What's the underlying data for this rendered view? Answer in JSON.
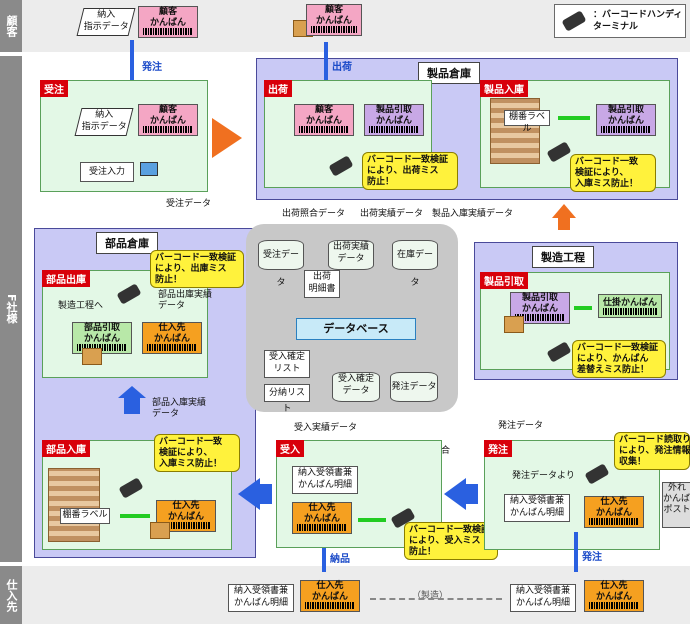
{
  "legend": {
    "text": "：バーコードハンディ\nターミナル"
  },
  "bands": {
    "customer": "顧客",
    "company": "F社様",
    "supplier": "仕入先"
  },
  "customer_area": {
    "order_data": "納入\n指示データ",
    "kanban_top": "顧客\nかんばん",
    "kanban_ship": "顧客\nかんばん"
  },
  "arrows": {
    "order": "発注",
    "ship": "出荷",
    "delivery": "納品",
    "order2": "発注",
    "manufacture": "（製造）"
  },
  "order_recv": {
    "tag": "受注",
    "order_data": "納入\n指示データ",
    "kanban": "顧客\nかんばん",
    "input": "受注入力",
    "data_label": "受注データ"
  },
  "product_warehouse": {
    "title": "製品倉庫",
    "shipping": {
      "tag": "出荷",
      "kanban_customer": "顧客\nかんばん",
      "kanban_pick": "製品引取\nかんばん",
      "note": "バーコード一致検証\nにより、出荷ミス\n防止！"
    },
    "receiving": {
      "tag": "製品入庫",
      "shelf_label": "棚番ラベル",
      "kanban_pick": "製品引取\nかんばん",
      "note": "バーコード一致\n検証により、\n入庫ミス防止！"
    }
  },
  "parts_warehouse": {
    "title": "部品倉庫",
    "outbound": {
      "tag": "部品出庫",
      "note": "バーコード一致検証\nにより、出庫ミス\n防止！",
      "to_mfg": "製造工程へ",
      "data_label": "部品出庫実績\nデータ",
      "kanban_pick": "部品引取\nかんばん",
      "kanban_supplier": "仕入先\nかんばん"
    },
    "inbound_data_label": "部品入庫実績\nデータ",
    "inbound": {
      "tag": "部品入庫",
      "note": "バーコード一致\n検証により、\n入庫ミス防止！",
      "shelf_label": "棚番ラベル",
      "kanban_supplier": "仕入先\nかんばん"
    }
  },
  "manufacturing": {
    "title": "製造工程",
    "tag": "製品引取",
    "kanban_pick": "製品引取\nかんばん",
    "kanban_wip": "仕掛かんばん",
    "note": "バーコード一致検証\nにより、かんばん\n差替えミス防止！"
  },
  "database": {
    "title": "データベース",
    "order_db": "受注データ",
    "ship_db": "出荷実績\nデータ",
    "stock_db": "在庫データ",
    "ship_detail": "出荷\n明細書",
    "receipt_list": "受入確定\nリスト",
    "sort_list": "分納リスト",
    "receipt_db": "受入確定\nデータ",
    "purchase_db": "発注データ"
  },
  "flow_labels": {
    "ship_match": "出荷照合データ",
    "ship_result": "出荷実績データ",
    "product_in": "製品入庫実績データ",
    "receipt_result": "受入実績データ",
    "receipt_match": "受入照合\nデータ",
    "purchase_data": "発注データ"
  },
  "receiving_dept": {
    "tag": "受入",
    "doc": "納入受領書兼\nかんばん明細",
    "kanban_supplier": "仕入先\nかんばん",
    "note": "バーコード一致検証\nにより、受入ミス\n防止！"
  },
  "purchasing": {
    "tag": "発注",
    "from_data": "発注データより",
    "doc": "納入受領書兼\nかんばん明細",
    "kanban_supplier": "仕入先\nかんばん",
    "note": "バーコード読取り\nにより、発注情報\n収集！",
    "post": "外れ\nかんばん\nポスト"
  },
  "supplier_area": {
    "doc_left": "納入受領書兼\nかんばん明細",
    "kanban_left": "仕入先\nかんばん",
    "doc_right": "納入受領書兼\nかんばん明細",
    "kanban_right": "仕入先\nかんばん"
  }
}
